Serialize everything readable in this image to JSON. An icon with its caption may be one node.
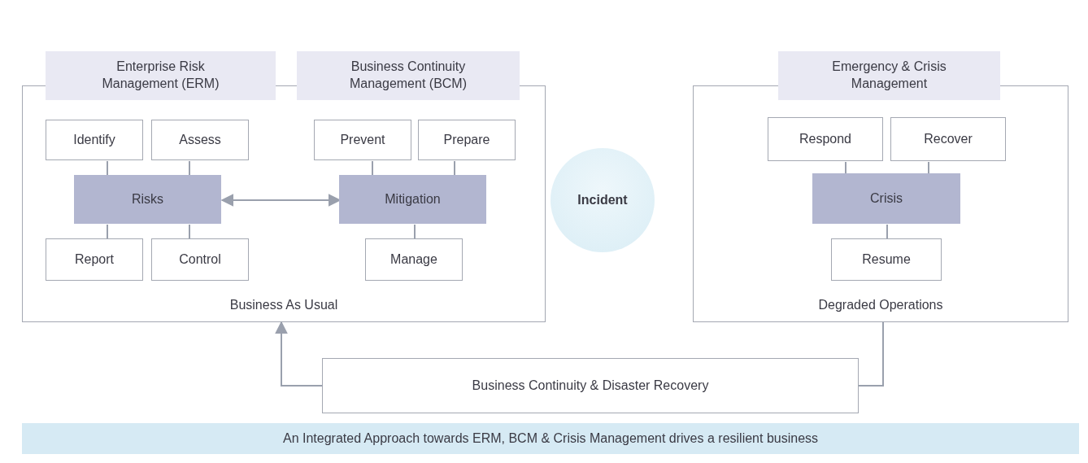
{
  "diagram": {
    "caption": "An Integrated Approach towards ERM, BCM & Crisis Management drives a resilient business",
    "nodes": [
      {
        "text": [
          "Enterprise Risk Management (ERM)",
          "Business Continuity Management (BCM)",
          "Business As Usual"
        ]
      },
      {
        "text": [
          "Identify"
        ],
        "in": 0
      },
      {
        "text": [
          "Assess"
        ],
        "in": 0
      },
      {
        "text": [
          "Risks"
        ],
        "in": 0
      },
      {
        "text": [
          "Report"
        ],
        "in": 0
      },
      {
        "text": [
          "Control"
        ],
        "in": 0
      },
      {
        "text": [
          "Prevent"
        ],
        "in": 0
      },
      {
        "text": [
          "Prepare"
        ],
        "in": 0
      },
      {
        "text": [
          "Mitigation"
        ],
        "in": 0
      },
      {
        "text": [
          "Manage"
        ],
        "in": 0
      },
      {
        "text": [
          "Incident"
        ]
      },
      {
        "text": [
          "Emergency & Crisis Management",
          "Degraded Operations"
        ]
      },
      {
        "text": [
          "Respond"
        ],
        "in": 11
      },
      {
        "text": [
          "Recover"
        ],
        "in": 11
      },
      {
        "text": [
          "Crisis"
        ],
        "in": 11
      },
      {
        "text": [
          "Resume"
        ],
        "in": 11
      },
      {
        "text": [
          "Business Continuity & Disaster Recovery"
        ]
      }
    ],
    "edges": [
      {
        "from": 1,
        "to": 3,
        "arrow": "none"
      },
      {
        "from": 2,
        "to": 3,
        "arrow": "none"
      },
      {
        "from": 4,
        "to": 3,
        "arrow": "none"
      },
      {
        "from": 5,
        "to": 3,
        "arrow": "none"
      },
      {
        "from": 3,
        "to": 8,
        "arrow": "both"
      },
      {
        "from": 6,
        "to": 8,
        "arrow": "none"
      },
      {
        "from": 7,
        "to": 8,
        "arrow": "none"
      },
      {
        "from": 9,
        "to": 8,
        "arrow": "none"
      },
      {
        "from": 12,
        "to": 14,
        "arrow": "none"
      },
      {
        "from": 13,
        "to": 14,
        "arrow": "none"
      },
      {
        "from": 15,
        "to": 14,
        "arrow": "none"
      },
      {
        "from": 11,
        "to": 16,
        "arrow": "none"
      },
      {
        "from": 16,
        "to": 0,
        "arrow": "to"
      }
    ]
  }
}
